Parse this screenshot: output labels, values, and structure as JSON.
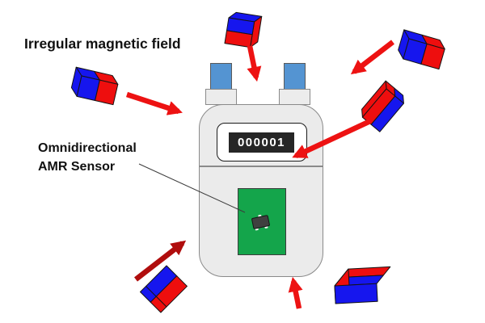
{
  "title": "Irregular magnetic field",
  "sensor_label": {
    "line1": "Omnidirectional",
    "line2": "AMR Sensor"
  },
  "meter": {
    "display_value": "000001"
  },
  "colors": {
    "magnet_blue": "#1616ee",
    "magnet_red": "#ee0e0e",
    "arrow_red": "#ed1212",
    "arrow_dark_red": "#b00d0d",
    "pipe_blue": "#5494d2",
    "meter_body": "#ebebeb",
    "display_bg": "#262626",
    "display_text": "#ffffff",
    "pcb_green": "#14a54b",
    "chip_gray": "#3f3f3f"
  },
  "magnets": [
    {
      "id": "magnet-left",
      "position": "left",
      "poles": "blue-red"
    },
    {
      "id": "magnet-top",
      "position": "top",
      "poles": "blue-red"
    },
    {
      "id": "magnet-top-right",
      "position": "top-right",
      "poles": "blue-red"
    },
    {
      "id": "magnet-right",
      "position": "right",
      "poles": "red-blue"
    },
    {
      "id": "magnet-bottom-left",
      "position": "bottom-left",
      "poles": "blue-red"
    },
    {
      "id": "magnet-bottom-right",
      "position": "bottom-right",
      "poles": "red-blue"
    }
  ],
  "arrows": [
    {
      "id": "arrow-left",
      "direction": "toward-meter-upper-left"
    },
    {
      "id": "arrow-top",
      "direction": "down-toward-meter-top"
    },
    {
      "id": "arrow-top-right",
      "direction": "down-left-toward-meter"
    },
    {
      "id": "arrow-right",
      "direction": "toward-display"
    },
    {
      "id": "arrow-bottom-left",
      "direction": "up-right-toward-meter"
    },
    {
      "id": "arrow-bottom",
      "direction": "up-toward-meter-bottom"
    }
  ]
}
